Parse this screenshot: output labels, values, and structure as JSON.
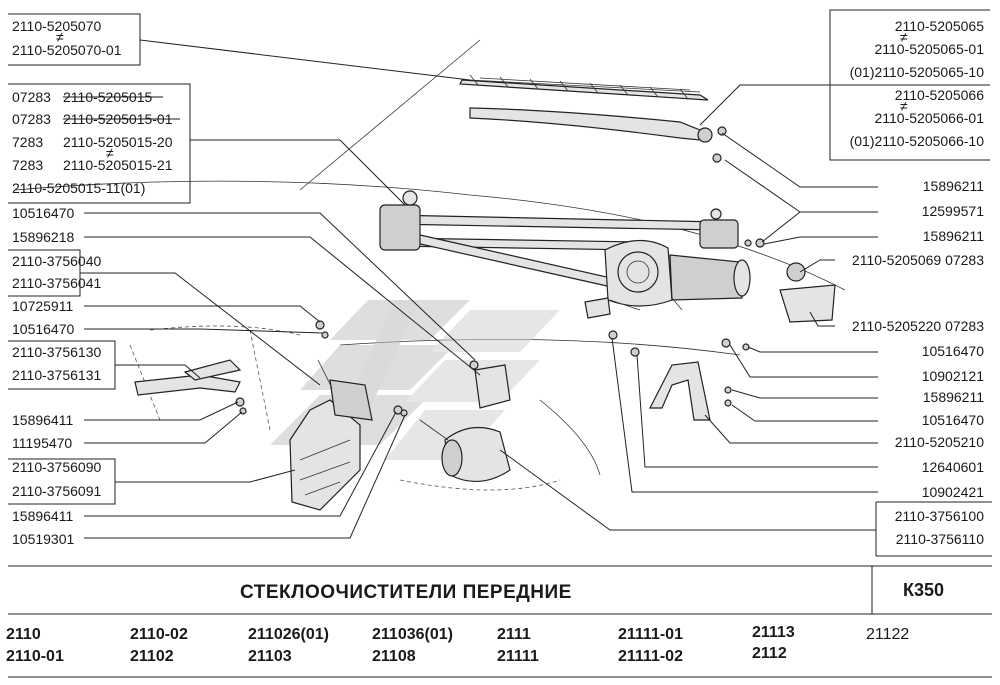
{
  "labels_left": [
    "2110-5205070",
    "≠",
    "2110-5205070-01",
    "07283",
    "2110-5205015",
    "07283",
    "2110-5205015-01",
    "7283",
    "2110-5205015-20",
    "≠",
    "7283",
    "2110-5205015-21",
    "2110-5205015-11(01)",
    "10516470",
    "15896218",
    "2110-3756040",
    "2110-3756041",
    "10725911",
    "10516470",
    "2110-3756130",
    "2110-3756131",
    "15896411",
    "11195470",
    "2110-3756090",
    "2110-3756091",
    "15896411",
    "10519301"
  ],
  "labels_right": [
    "2110-5205065",
    "≠",
    "2110-5205065-01",
    "(01)2110-5205065-10",
    "2110-5205066",
    "≠",
    "2110-5205066-01",
    "(01)2110-5205066-10",
    "15896211",
    "12599571",
    "15896211",
    "2110-5205069  07283",
    "2110-5205220  07283",
    "10516470",
    "10902121",
    "15896211",
    "10516470",
    "2110-5205210",
    "12640601",
    "10902421",
    "2110-3756100",
    "2110-3756110"
  ],
  "footer": {
    "title": "СТЕКЛООЧИСТИТЕЛИ   ПЕРЕДНИЕ",
    "code": "К350",
    "models": [
      "2110",
      "2110-01",
      "2110-02",
      "21102",
      "211026(01)",
      "21103",
      "211036(01)",
      "21108",
      "2111",
      "21111",
      "21111-01",
      "21111-02",
      "21113",
      "2112",
      "21122"
    ]
  },
  "colors": {
    "ink": "#1a1a1a",
    "part_fill": "#e4e4e4",
    "watermark": "#cfcfcf"
  }
}
